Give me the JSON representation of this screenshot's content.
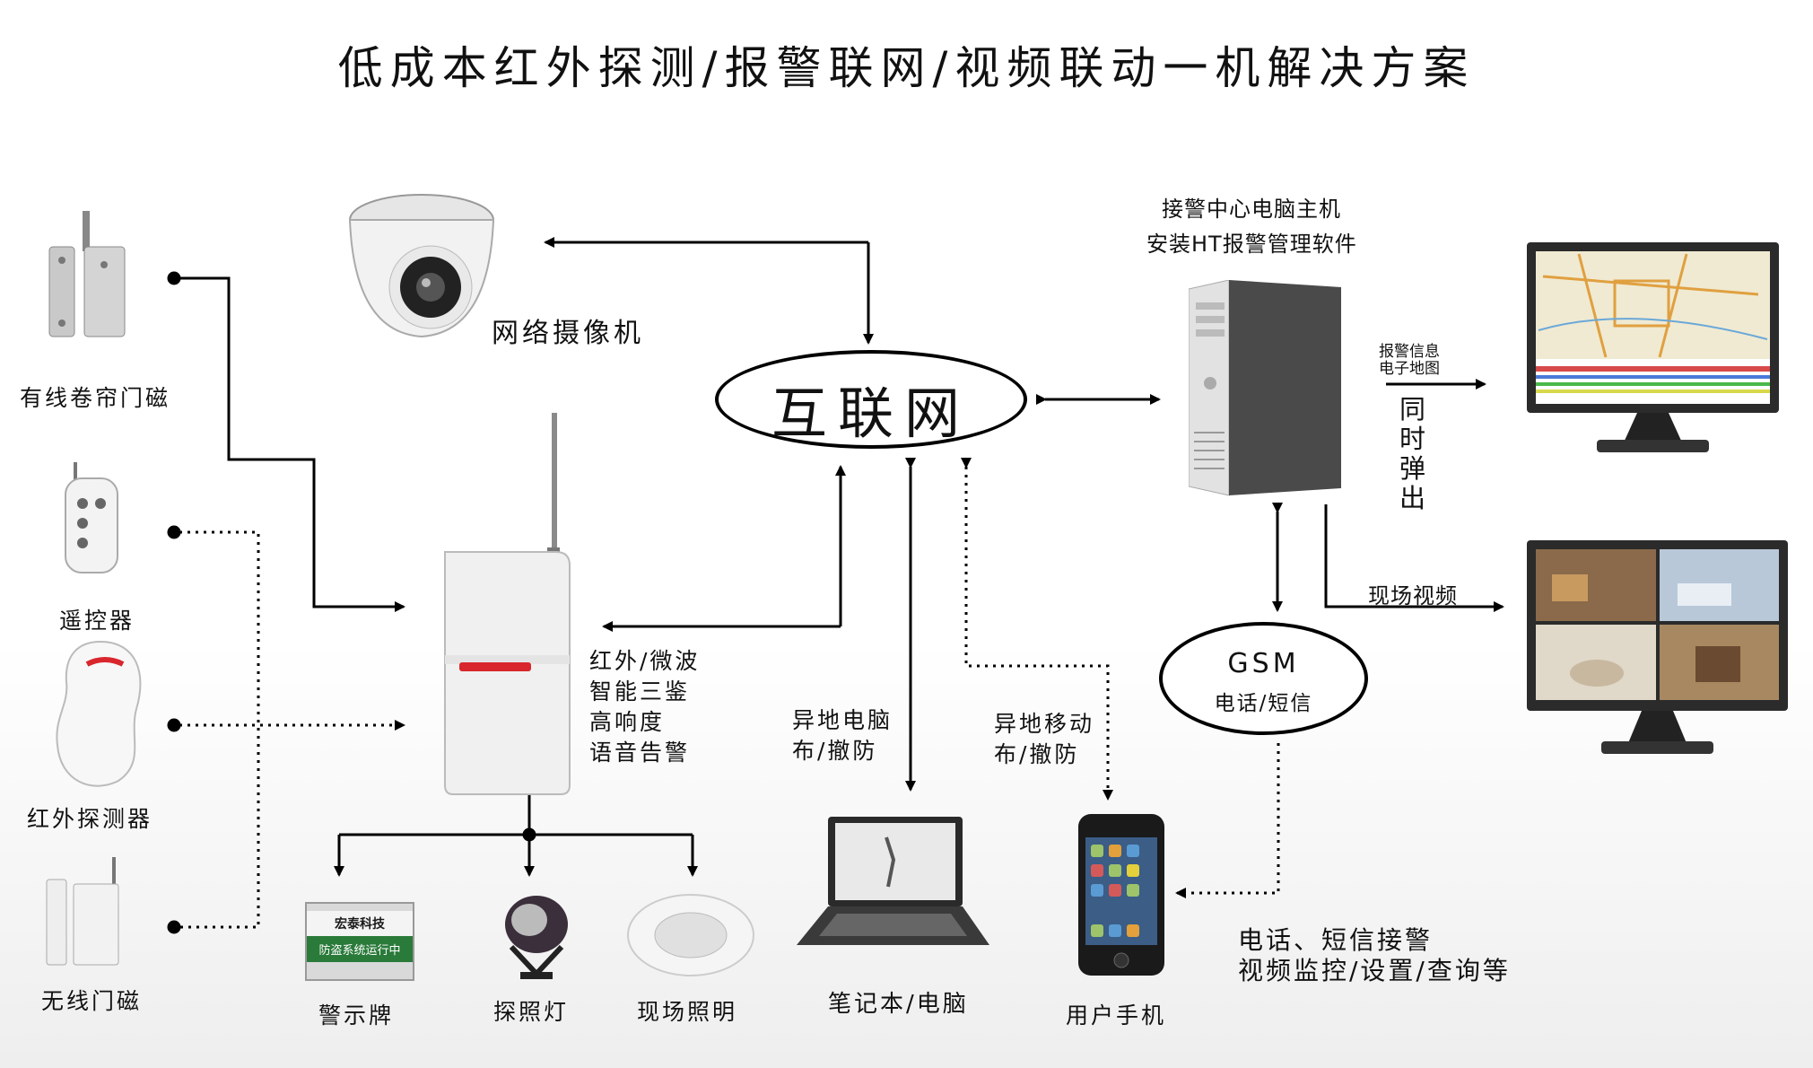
{
  "title": "低成本红外探测/报警联网/视频联动一机解决方案",
  "center": {
    "label": "互联网"
  },
  "camera": {
    "label": "网络摄像机"
  },
  "sensors": {
    "wired_door": "有线卷帘门磁",
    "remote": "遥控器",
    "pir": "红外探测器",
    "wireless_door": "无线门磁"
  },
  "detector": {
    "features": [
      "红外/微波",
      "智能三鉴",
      "高响度",
      "语音告警"
    ]
  },
  "outputs": {
    "sign": "警示牌",
    "sign_text": [
      "宏泰科技",
      "防盗系统运行中"
    ],
    "spotlight": "探照灯",
    "lighting": "现场照明"
  },
  "remote_pc": {
    "line1": "异地电脑",
    "line2": "布/撤防"
  },
  "remote_mobile": {
    "line1": "异地移动",
    "line2": "布/撤防"
  },
  "laptop": {
    "label": "笔记本/电脑"
  },
  "phone": {
    "label": "用户手机"
  },
  "server": {
    "line1": "接警中心电脑主机",
    "line2": "安装HT报警管理软件"
  },
  "popup": {
    "info": [
      "报警信息",
      "电子地图"
    ],
    "vertical": "同时弹出"
  },
  "video": {
    "label": "现场视频"
  },
  "gsm": {
    "title": "GSM",
    "subtitle": "电话/短信"
  },
  "user_functions": [
    "电话、短信接警",
    "视频监控/设置/查询等"
  ],
  "colors": {
    "line": "#000000",
    "alarm_red": "#d8262c",
    "sign_green": "#2a7a3a"
  }
}
